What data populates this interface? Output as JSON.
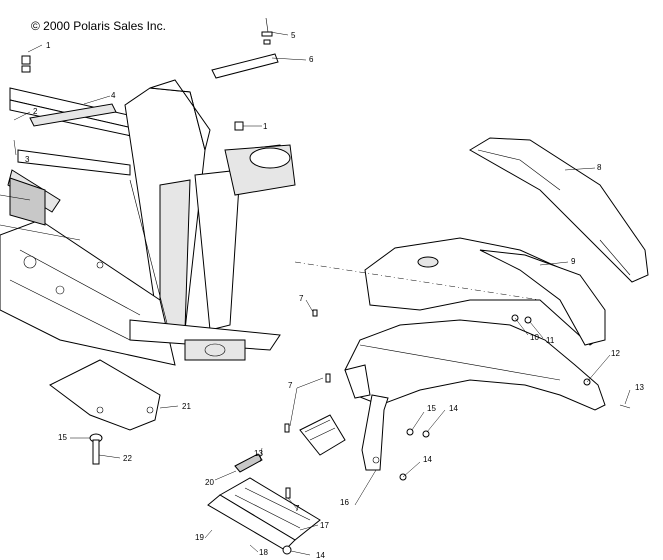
{
  "copyright": "© 2000 Polaris Sales Inc.",
  "callouts": [
    "1",
    "2",
    "3",
    "4",
    "5",
    "6",
    "1",
    "7",
    "8",
    "9",
    "10",
    "11",
    "12",
    "13",
    "7",
    "15",
    "14",
    "13",
    "20",
    "14",
    "7",
    "16",
    "17",
    "18",
    "19",
    "21",
    "15",
    "22",
    "14"
  ]
}
